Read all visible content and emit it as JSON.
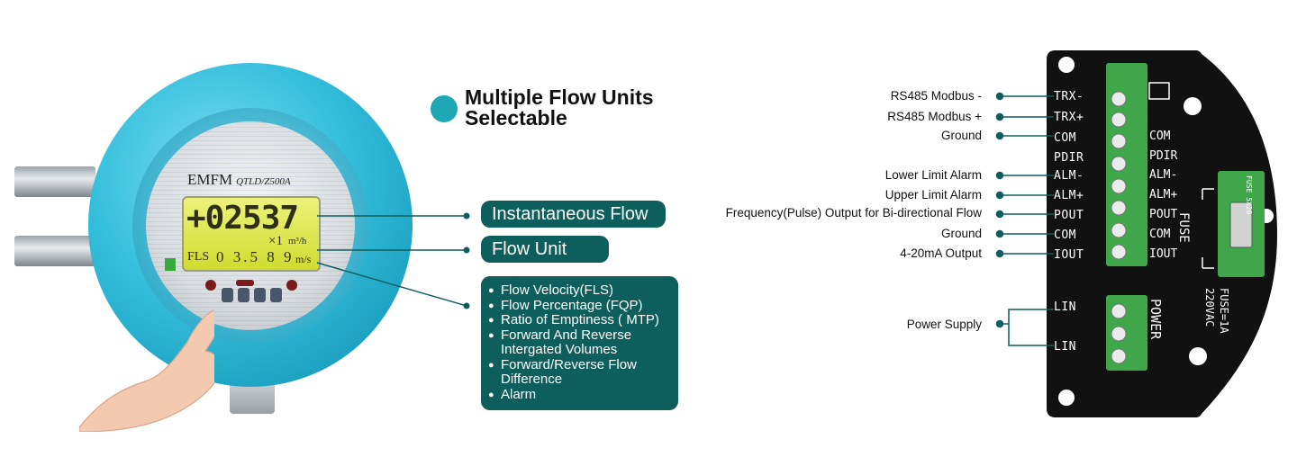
{
  "heading": {
    "line1": "Multiple Flow Units",
    "line2": "Selectable"
  },
  "meter": {
    "brand": "EMFM",
    "model": "QTLD/Z500A",
    "lcd_main": "+02537",
    "lcd_mode": "FLS",
    "lcd_value": "0 3.5 8 9",
    "lcd_multiplier": "×1",
    "lcd_unit_top": "m³/h",
    "lcd_unit_bottom": "m/s"
  },
  "callouts": {
    "instantaneous": "Instantaneous Flow",
    "flow_unit": "Flow Unit",
    "unit_list": [
      "Flow Velocity(FLS)",
      "Flow Percentage (FQP)",
      "Ratio of Emptiness ( MTP)",
      "Forward And Reverse Intergated Volumes",
      "Forward/Reverse Flow Difference",
      "Alarm"
    ]
  },
  "board": {
    "labels": [
      "RS485 Modbus -",
      "RS485 Modbus +",
      "Ground",
      "Lower Limit Alarm",
      "Upper Limit Alarm",
      "Frequency(Pulse) Output for Bi-directional Flow",
      "Ground",
      "4-20mA Output"
    ],
    "pins_left": [
      "TRX-",
      "TRX+",
      "COM",
      "PDIR",
      "ALM-",
      "ALM+",
      "POUT",
      "COM",
      "IOUT"
    ],
    "pins_right": [
      "COM",
      "PDIR",
      "ALM-",
      "ALM+",
      "POUT",
      "COM",
      "IOUT"
    ],
    "power_label": "Power Supply",
    "power_pins": [
      "LIN",
      "LIN"
    ],
    "power_title": "POWER",
    "fuse_label": "FUSE",
    "fuse_rating": "FUSE=1A",
    "voltage": "220VAC",
    "fuse_holder_text": "FUSE 5X20"
  },
  "colors": {
    "teal_box": "#0e5e5d",
    "accent_dot": "#1fa7b6",
    "meter_blue": "#33bfdc",
    "lcd": "#cfdc2e",
    "board": "#111111",
    "terminal_green": "#3fa64a"
  }
}
